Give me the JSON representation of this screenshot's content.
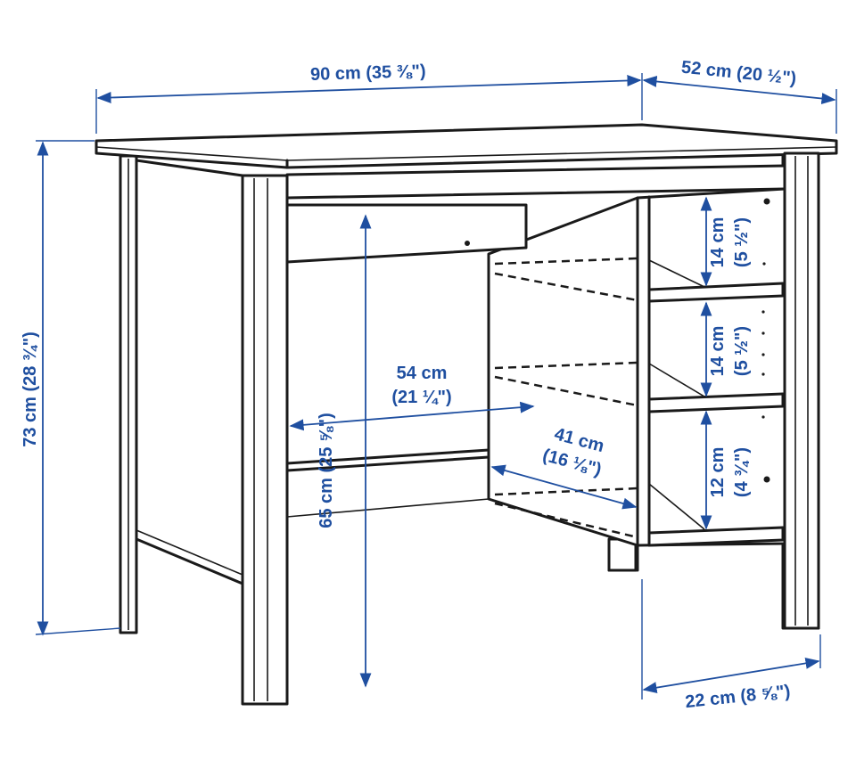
{
  "dimensions": {
    "width": "90 cm (35 ⅜\")",
    "depth": "52 cm (20 ½\")",
    "height": "73 cm (28 ¾\")",
    "knee_height": "65 cm (25 ⅝\")",
    "knee_width_cm": "54 cm",
    "knee_width_in": "(21 ¼\")",
    "shelf_depth_cm": "41 cm",
    "shelf_depth_in": "(16 ⅛\")",
    "shelf1_cm": "14 cm",
    "shelf1_in": "(5 ½\")",
    "shelf2_cm": "14 cm",
    "shelf2_in": "(5 ½\")",
    "shelf3_cm": "12 cm",
    "shelf3_in": "(4 ¾\")",
    "shelf_width": "22 cm (8 ⅝\")"
  },
  "colors": {
    "dimension": "#1f4fa0",
    "line": "#1a1a1a"
  }
}
